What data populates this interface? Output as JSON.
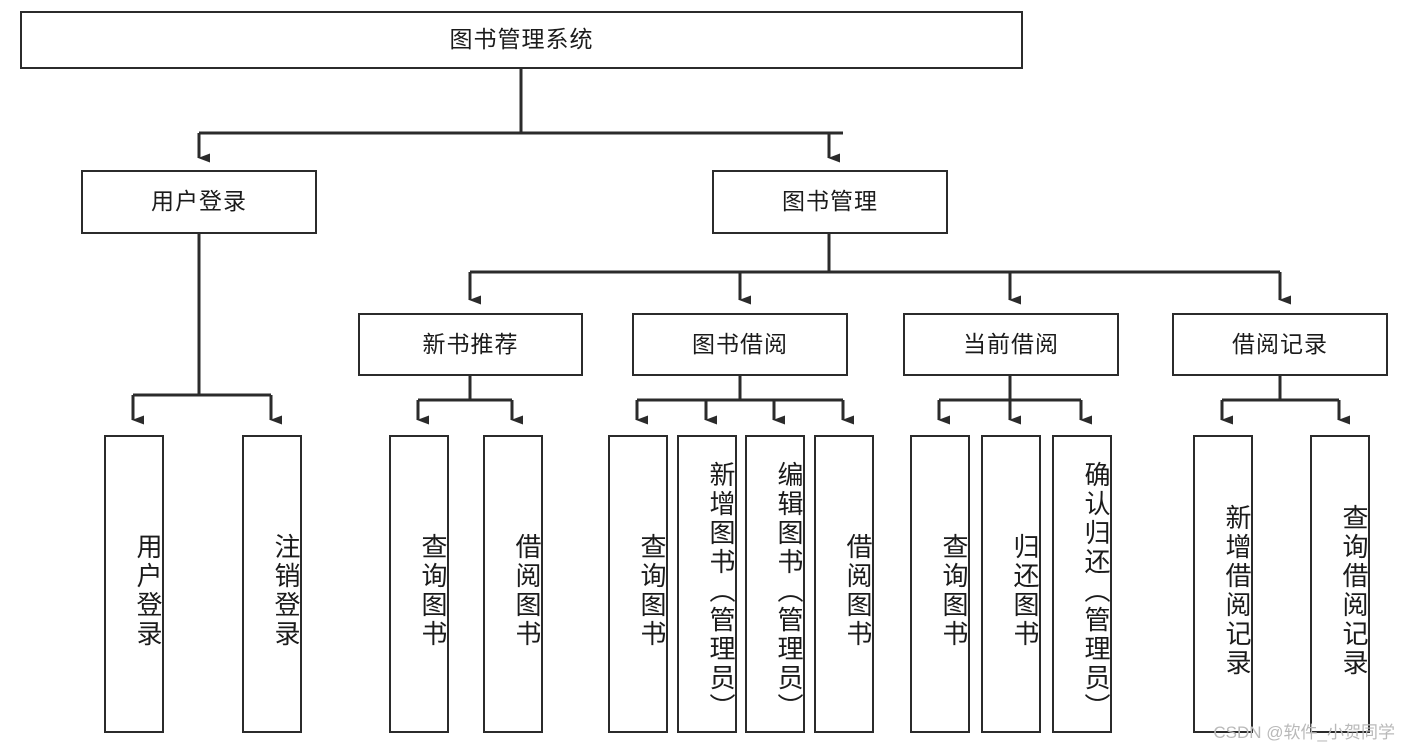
{
  "diagram": {
    "type": "tree-hierarchy-chart",
    "title_node": {
      "label": "图书管理系统"
    },
    "level2": [
      {
        "label": "用户登录"
      },
      {
        "label": "图书管理"
      }
    ],
    "level3": [
      {
        "label": "新书推荐"
      },
      {
        "label": "图书借阅"
      },
      {
        "label": "当前借阅"
      },
      {
        "label": "借阅记录"
      }
    ],
    "leaves": [
      {
        "label": "用户登录",
        "parent": "用户登录"
      },
      {
        "label": "注销登录",
        "parent": "用户登录"
      },
      {
        "label": "查询图书",
        "parent": "新书推荐"
      },
      {
        "label": "借阅图书",
        "parent": "新书推荐"
      },
      {
        "label": "查询图书",
        "parent": "图书借阅"
      },
      {
        "label": "新增图书（管理员）",
        "parent": "图书借阅"
      },
      {
        "label": "编辑图书（管理员）",
        "parent": "图书借阅"
      },
      {
        "label": "借阅图书",
        "parent": "图书借阅"
      },
      {
        "label": "查询图书",
        "parent": "当前借阅"
      },
      {
        "label": "归还图书",
        "parent": "当前借阅"
      },
      {
        "label": "确认归还（管理员）",
        "parent": "当前借阅"
      },
      {
        "label": "新增借阅记录",
        "parent": "借阅记录"
      },
      {
        "label": "查询借阅记录",
        "parent": "借阅记录"
      }
    ],
    "watermark": "CSDN @软件_小贺同学",
    "colors": {
      "line": "#2b2b2b",
      "box_fill": "#ffffff",
      "text": "#1b1b1b",
      "watermark": "#b9b9b9"
    }
  }
}
